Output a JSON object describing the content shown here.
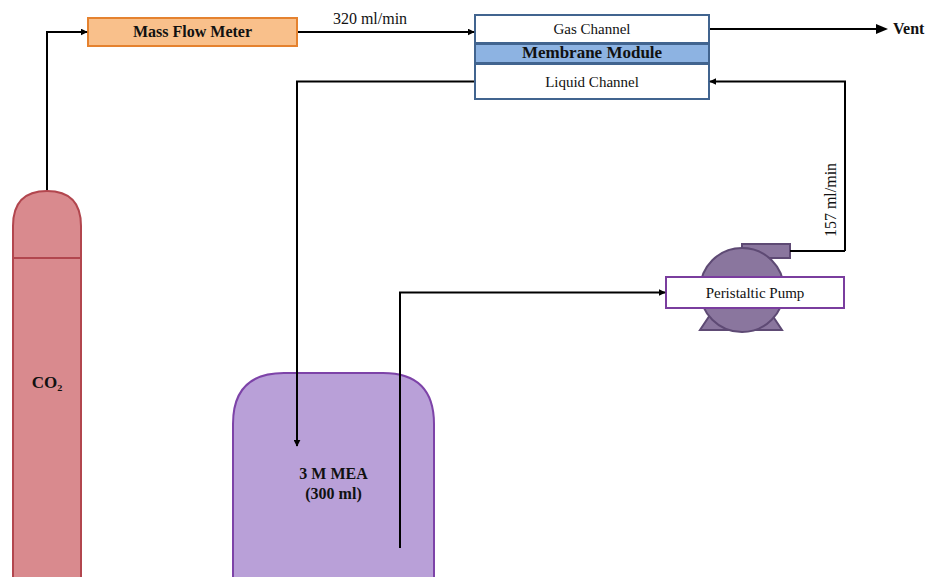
{
  "diagram": {
    "nodes": [
      {
        "text": [
          "CO₂"
        ]
      },
      {
        "text": [
          "Mass Flow Meter"
        ]
      },
      {
        "text": [
          "Gas Channel"
        ]
      },
      {
        "text": [
          "Membrane Module"
        ]
      },
      {
        "text": [
          "Liquid Channel"
        ]
      },
      {
        "text": [
          "Peristaltic Pump"
        ]
      },
      {
        "text": [
          "3 M MEA",
          "(300 ml)"
        ]
      }
    ],
    "edges": [
      {
        "from": 0,
        "to": 1,
        "arrow": "to"
      },
      {
        "from": 1,
        "to": 2,
        "arrow": "to",
        "label": "320 ml/min"
      },
      {
        "from": 4,
        "to": 6,
        "arrow": "to"
      },
      {
        "from": 6,
        "to": 5,
        "arrow": "to"
      },
      {
        "from": 5,
        "to": 4,
        "arrow": "to",
        "label": "157 ml/min"
      }
    ],
    "labels": [
      "Vent"
    ]
  }
}
